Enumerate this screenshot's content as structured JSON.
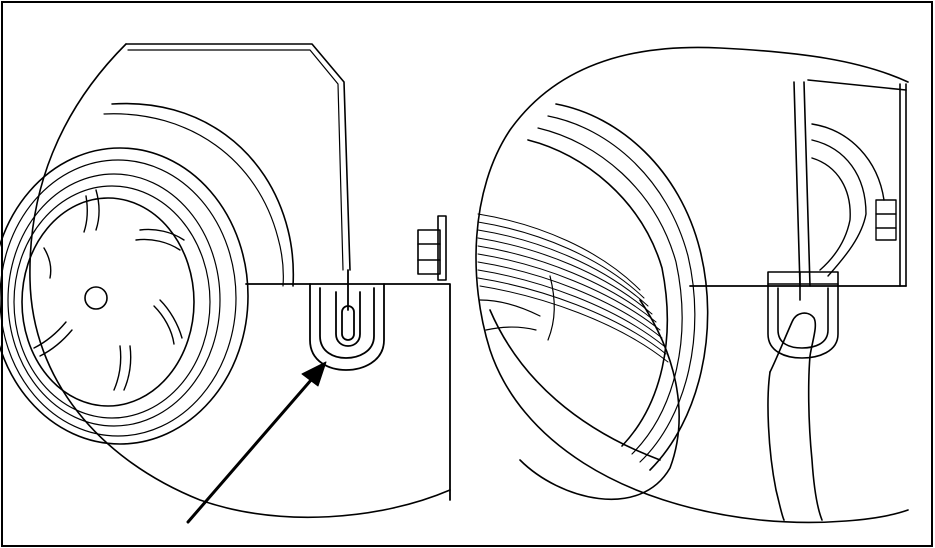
{
  "figure": {
    "panels": [
      {
        "id": "left",
        "subject": "blower-housing-with-bracket"
      },
      {
        "id": "right",
        "subject": "blower-inlet-with-hand-holding-bracket"
      }
    ],
    "line_color": "#000000",
    "background_color": "#ffffff"
  }
}
